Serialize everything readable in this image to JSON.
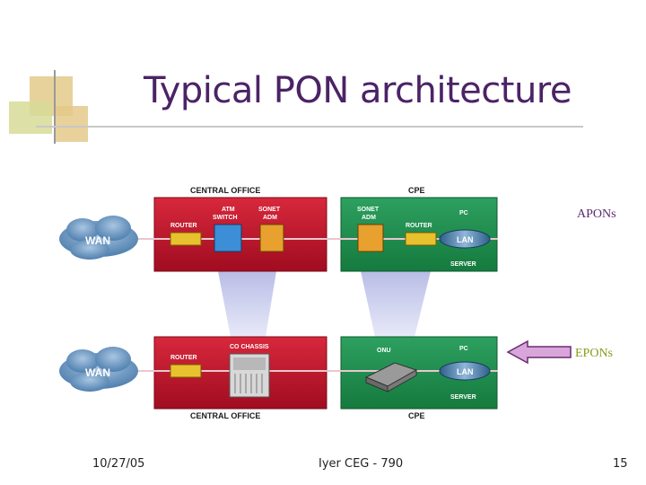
{
  "slide": {
    "title": "Typical PON architecture",
    "footer_date": "10/27/05",
    "footer_center": "Iyer CEG - 790",
    "footer_page": "15"
  },
  "side_labels": {
    "apons": "APONs",
    "epons": "EPONs"
  },
  "diagram": {
    "top_central_office": "CENTRAL OFFICE",
    "top_cpe": "CPE",
    "bottom_central_office": "CENTRAL OFFICE",
    "bottom_cpe": "CPE",
    "wan_top": "WAN",
    "wan_bottom": "WAN",
    "router_top": "ROUTER",
    "atm_switch_1": "ATM",
    "atm_switch_2": "SWITCH",
    "sonet_adm_co_1": "SONET",
    "sonet_adm_co_2": "ADM",
    "sonet_adm_cpe_1": "SONET",
    "sonet_adm_cpe_2": "ADM",
    "router_cpe_top": "ROUTER",
    "pc_top": "PC",
    "lan_top": "LAN",
    "server_top": "SERVER",
    "router_bottom": "ROUTER",
    "co_chassis": "CO CHASSIS",
    "onu": "ONU",
    "pc_bottom": "PC",
    "lan_bottom": "LAN",
    "server_bottom": "SERVER"
  },
  "colors": {
    "title": "#4b2366",
    "co_red": "#c8102e",
    "cpe_green": "#1f8a4c",
    "arrow": "#c88ac8"
  }
}
